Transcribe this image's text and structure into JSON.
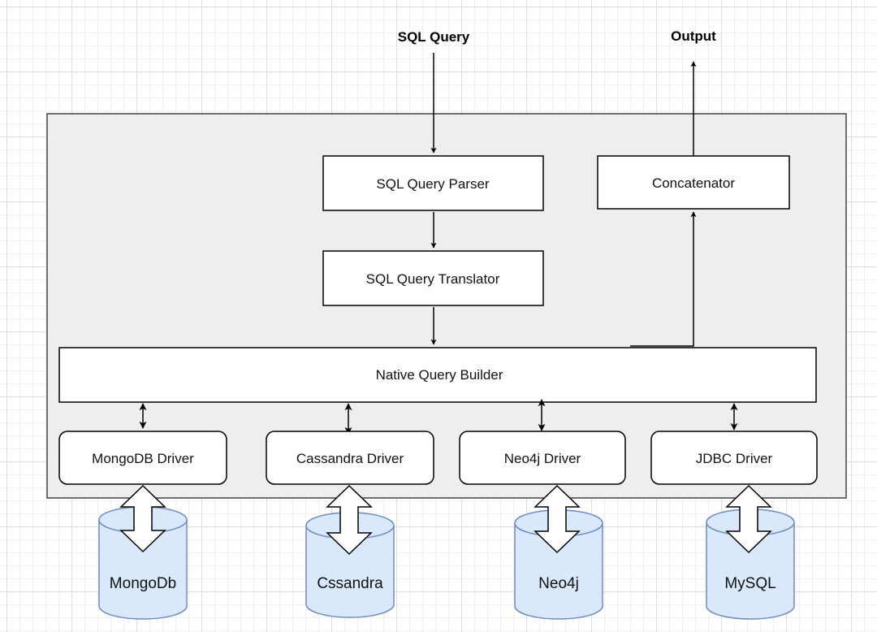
{
  "diagram": {
    "input_label": "SQL Query",
    "output_label": "Output",
    "parser": "SQL Query Parser",
    "translator": "SQL Query Translator",
    "concatenator": "Concatenator",
    "builder": "Native Query Builder",
    "drivers": [
      "MongoDB Driver",
      "Cassandra Driver",
      "Neo4j Driver",
      "JDBC Driver"
    ],
    "databases": [
      "MongoDb",
      "Cssandra",
      "Neo4j",
      "MySQL"
    ]
  },
  "colors": {
    "container_fill": "#eeeeee",
    "database_fill": "#dae8fc",
    "database_stroke": "#6c8ebf",
    "stroke": "#000000"
  }
}
